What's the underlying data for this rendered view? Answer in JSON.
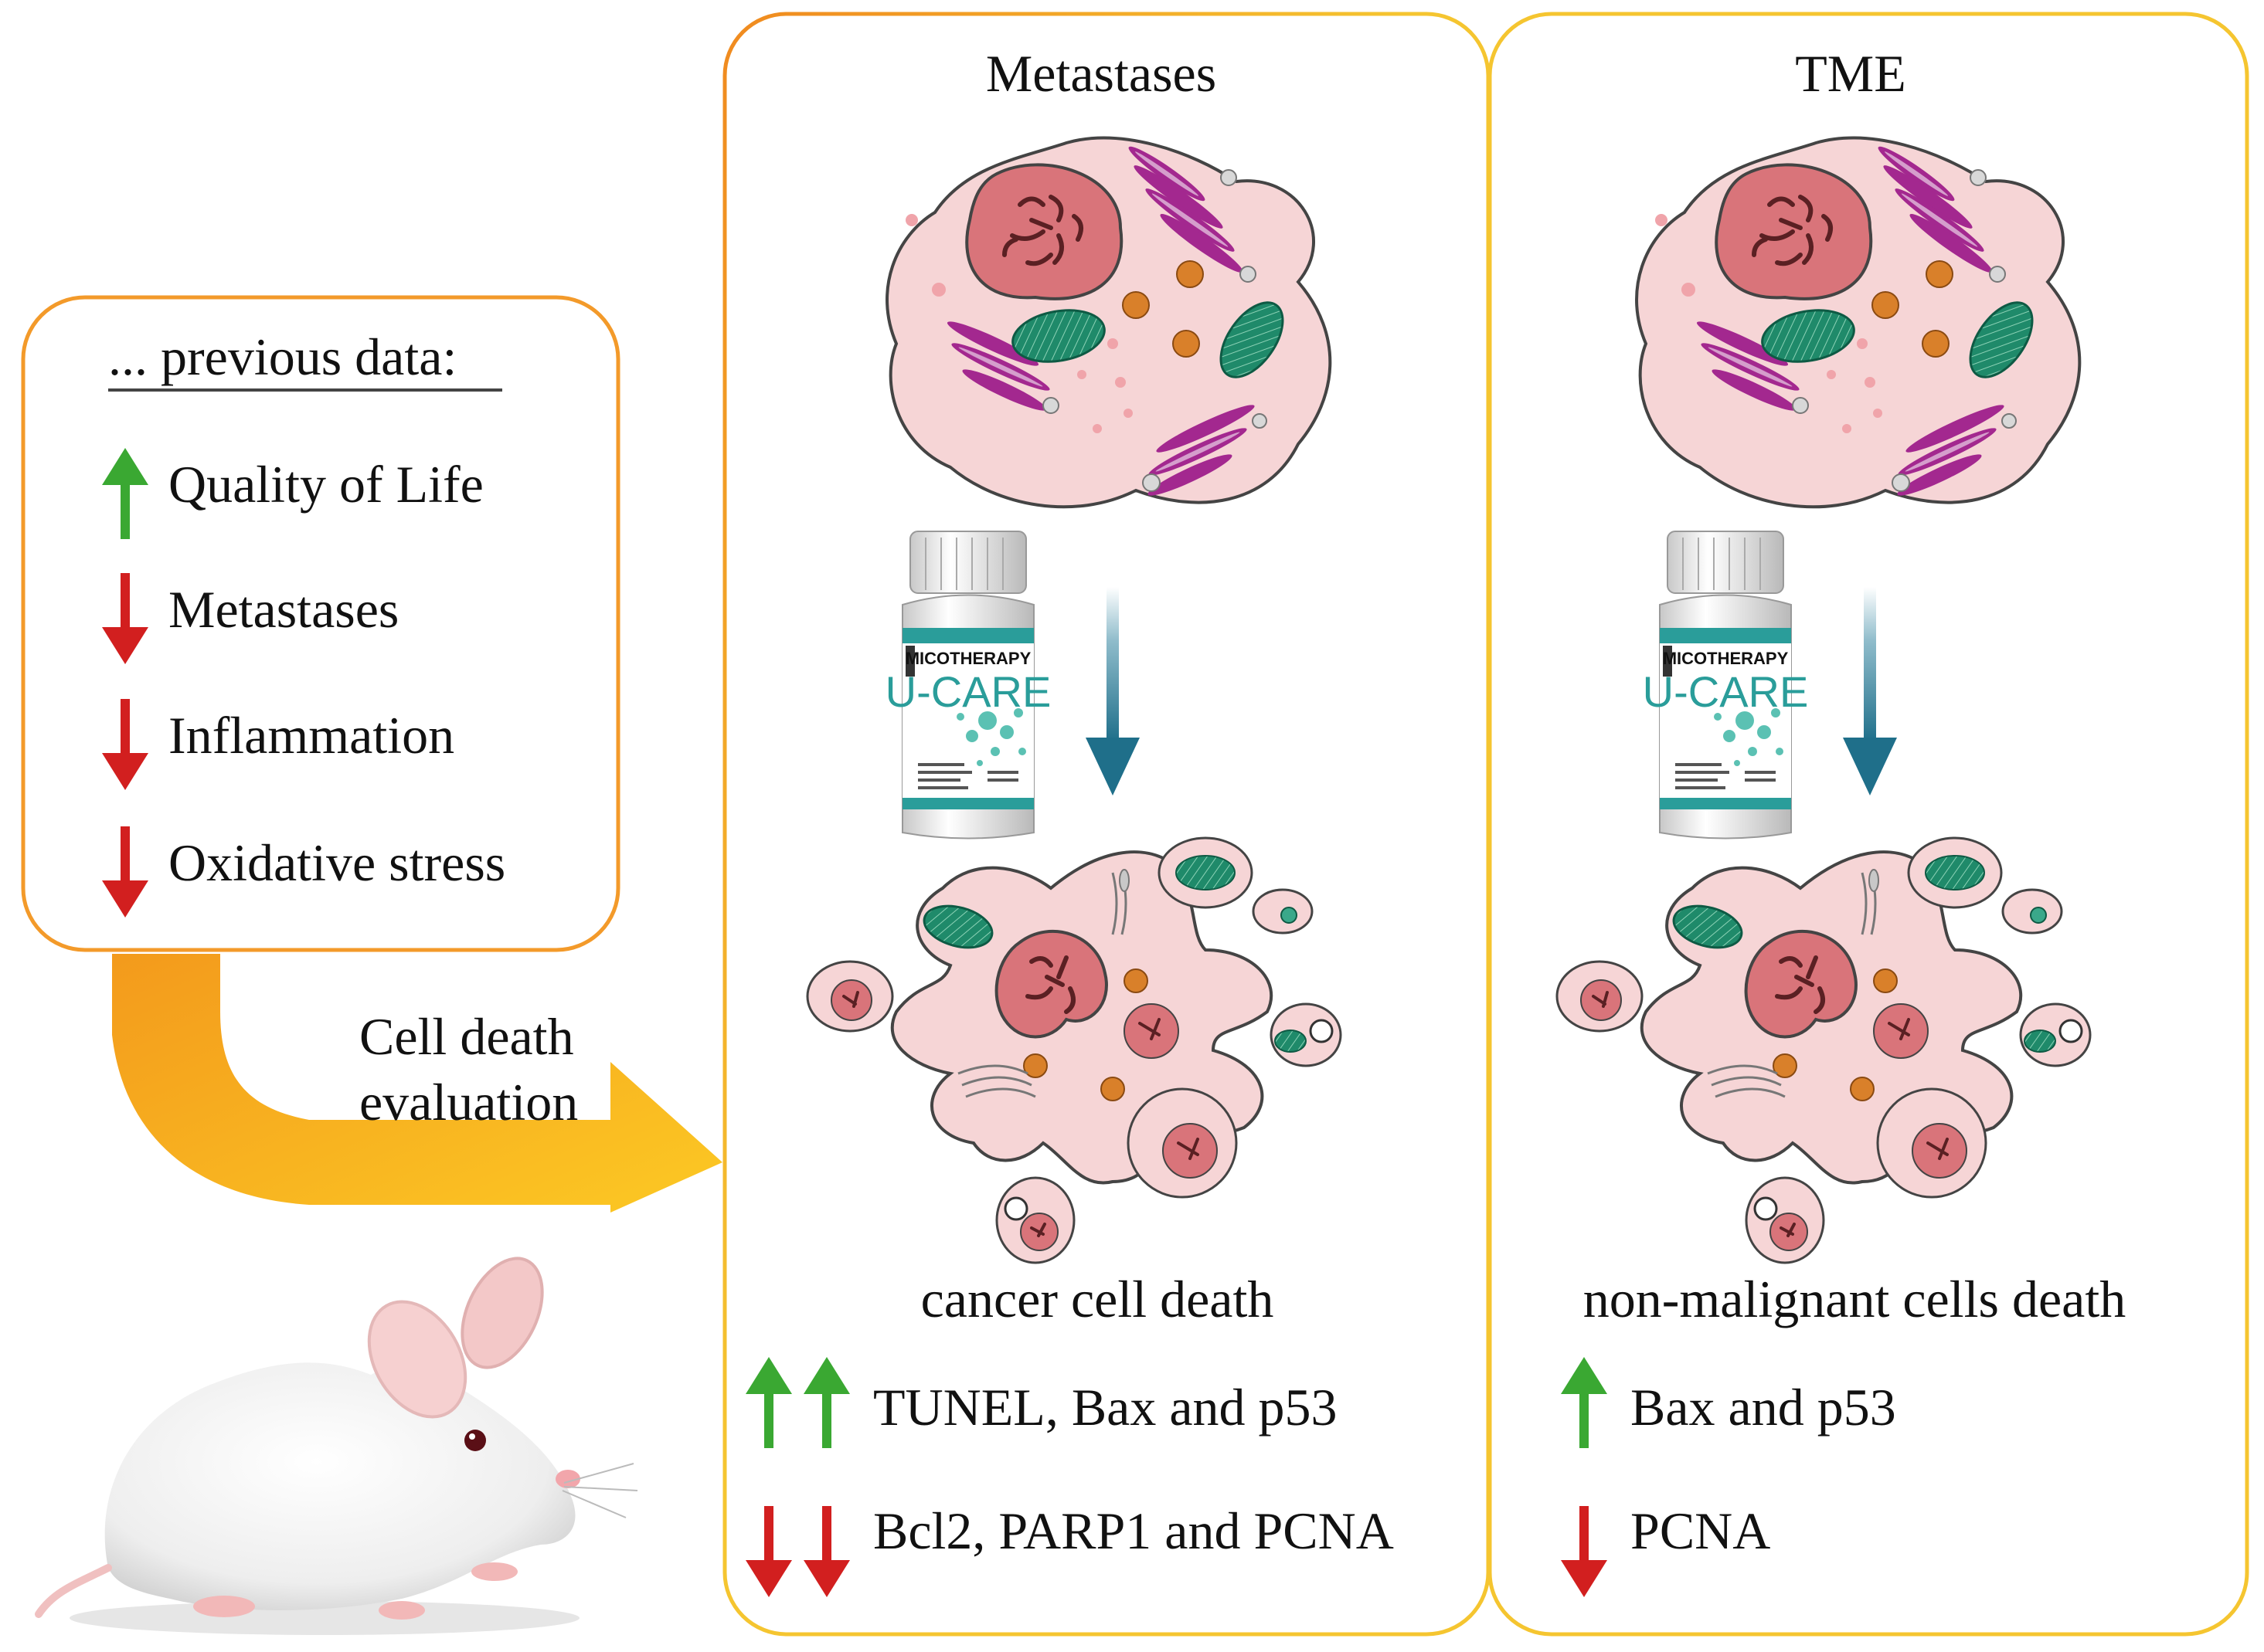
{
  "previous_data": {
    "heading": "... previous data:",
    "items": [
      {
        "direction": "up",
        "color": "#3aa832",
        "label": "Quality of Life"
      },
      {
        "direction": "down",
        "color": "#d21f1f",
        "label": "Metastases"
      },
      {
        "direction": "down",
        "color": "#d21f1f",
        "label": "Inflammation"
      },
      {
        "direction": "down",
        "color": "#d21f1f",
        "label": "Oxidative stress"
      }
    ]
  },
  "flow_arrow": {
    "line1": "Cell death",
    "line2": "evaluation",
    "color": "#f7a21b"
  },
  "panels": [
    {
      "title": "Metastases",
      "outcome": "cancer cell death",
      "results": [
        {
          "direction": "up",
          "count": 2,
          "color": "#3aa832",
          "label": "TUNEL, Bax and p53"
        },
        {
          "direction": "down",
          "count": 2,
          "color": "#d21f1f",
          "label": "Bcl2, PARP1 and PCNA"
        }
      ]
    },
    {
      "title": "TME",
      "outcome": "non-malignant cells death",
      "results": [
        {
          "direction": "up",
          "count": 1,
          "color": "#3aa832",
          "label": "Bax and p53"
        },
        {
          "direction": "down",
          "count": 1,
          "color": "#d21f1f",
          "label": "PCNA"
        }
      ]
    }
  ],
  "supplement_label": {
    "line1": "MICOTHERAPY",
    "line2": "U-CARE"
  },
  "colors": {
    "panel_border": "#f5c530",
    "left_box_border": "#f39a2a",
    "cell_fill": "#f6d5d6",
    "cell_stroke": "#444444",
    "nucleus": "#d9747a",
    "mitochondria": "#1f8a6a",
    "treatment_arrow": "#1f6f8a",
    "golgi": "#a3288f"
  }
}
